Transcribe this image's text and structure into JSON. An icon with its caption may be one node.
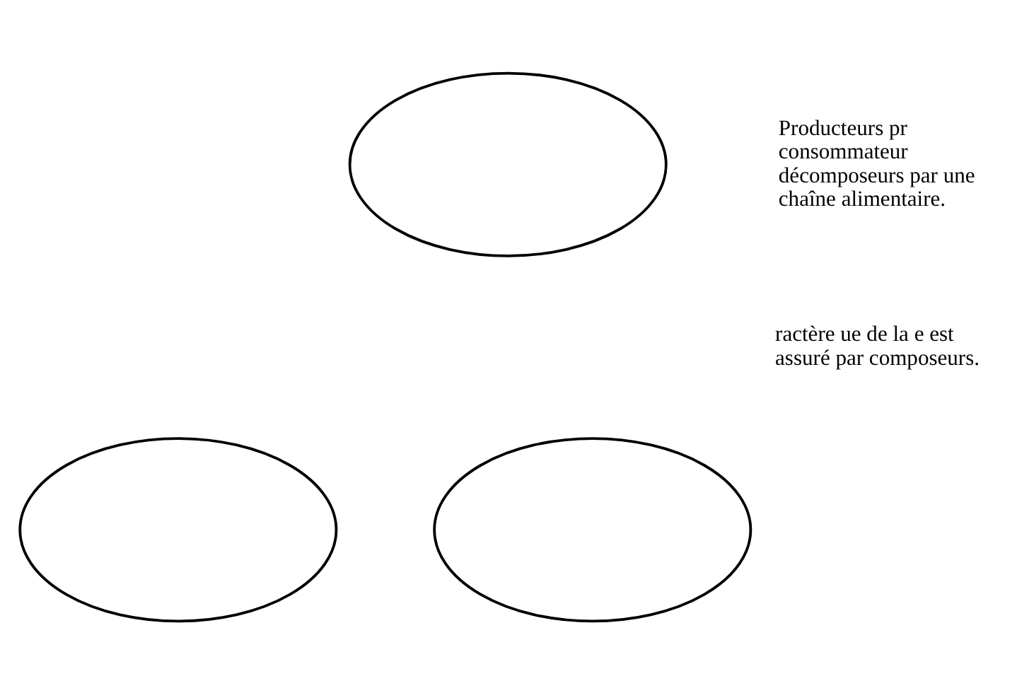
{
  "diagram": {
    "nodes": [
      {
        "text": [],
        "shape": "ellipse"
      },
      {
        "text": [],
        "shape": "ellipse"
      },
      {
        "text": [],
        "shape": "ellipse"
      }
    ],
    "edges": [],
    "labels": [
      "ractère ue de la e est assuré par composeurs.",
      "Producteurs pr consommateur décomposeurs par une chaîne alimentaire."
    ]
  }
}
